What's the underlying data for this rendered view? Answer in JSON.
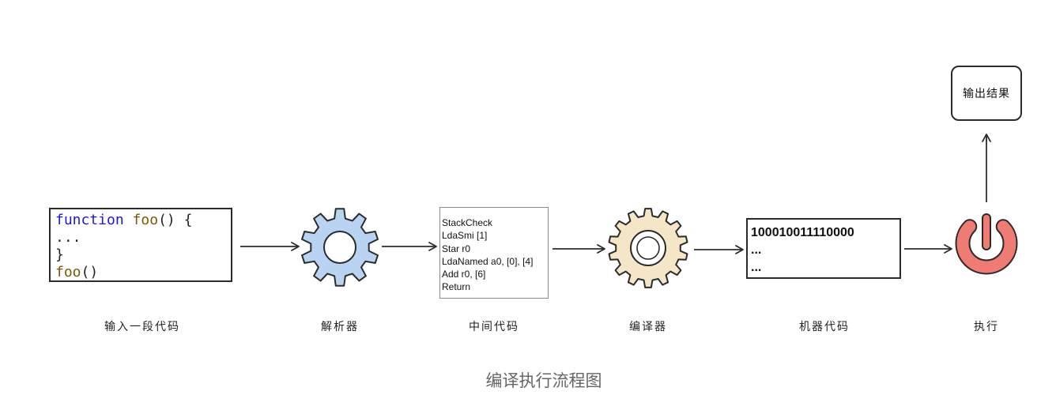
{
  "source_code": {
    "lines": [
      [
        {
          "t": "function",
          "c": "kw"
        },
        {
          "t": " ",
          "c": ""
        },
        {
          "t": "foo",
          "c": "fn"
        },
        {
          "t": "() {",
          "c": ""
        }
      ],
      [
        {
          "t": "...",
          "c": ""
        }
      ],
      [
        {
          "t": "}",
          "c": ""
        }
      ],
      [
        {
          "t": "foo",
          "c": "fn"
        },
        {
          "t": "()",
          "c": ""
        }
      ]
    ]
  },
  "bytecode": {
    "lines": [
      "StackCheck",
      "LdaSmi [1]",
      "Star r0",
      "LdaNamed a0, [0], [4]",
      "Add r0, [6]",
      "Return"
    ]
  },
  "machine_code": {
    "lines": [
      "100010011110000",
      "...",
      "..."
    ]
  },
  "output_box": {
    "label": "输出结果"
  },
  "stages": [
    {
      "key": "input",
      "label": "输入一段代码"
    },
    {
      "key": "parser",
      "label": "解析器"
    },
    {
      "key": "ir",
      "label": "中间代码"
    },
    {
      "key": "compiler",
      "label": "编译器"
    },
    {
      "key": "machine",
      "label": "机器代码"
    },
    {
      "key": "execute",
      "label": "执行"
    }
  ],
  "caption": "编译执行流程图",
  "colors": {
    "parser_gear": "#b9d4f2",
    "compiler_gear": "#f6e6c8",
    "power_icon": "#f07b73",
    "stroke": "#2b2b2b",
    "keyword": "#1a1ad6",
    "function_name": "#7a5a00"
  }
}
